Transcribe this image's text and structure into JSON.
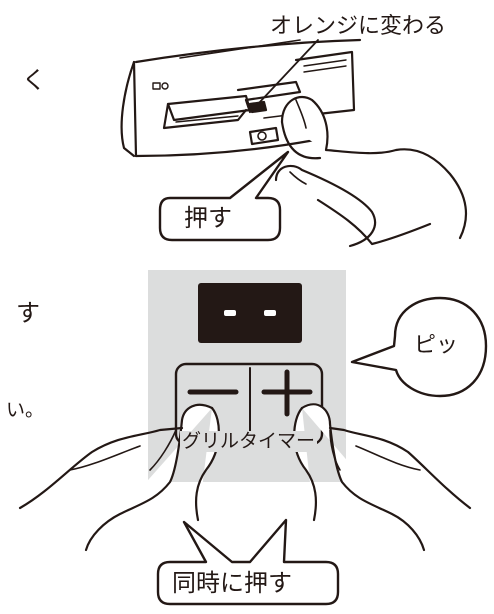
{
  "top_panel": {
    "callout_label": "オレンジに変わる",
    "press_label": "押す",
    "left_fragment": "く"
  },
  "bottom_panel": {
    "left_fragment_1": "す",
    "left_fragment_2": "い。",
    "display_text": "- -",
    "minus_symbol": "−",
    "plus_symbol": "+",
    "timer_label": "グリルタイマー",
    "beep_label": "ピッ",
    "press_both_label": "同時に押す"
  },
  "colors": {
    "line": "#231815",
    "panel": "#dcdddd",
    "display": "#231815"
  }
}
